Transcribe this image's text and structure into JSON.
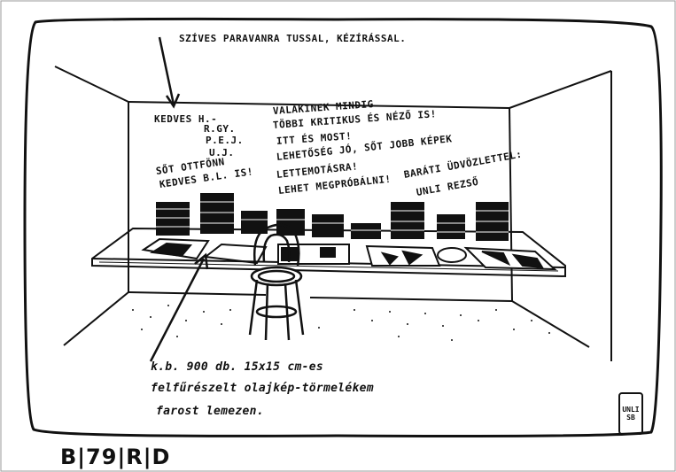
{
  "annotations": {
    "top_note": "SZÍVES PARAVANRA TUSSAL, KÉZÍRÁSSAL.",
    "names": [
      "KEDVES H.-",
      "R.GY.",
      "P.E.J.",
      "U.J."
    ],
    "also": [
      "SŐT OTTFÖNN",
      "KEDVES B.L. IS!"
    ],
    "center_block": [
      "VALAKINEK MINDIG",
      "TÖBBI KRITIKUS ÉS NÉZŐ IS!",
      "ITT ÉS MOST!",
      "LEHETŐSÉG JÓ, SŐT JOBB KÉPEK",
      "LETTEMOTÁSRA!",
      "LEHET MEGPRÓBÁLNI!"
    ],
    "greeting": [
      "BARÁTI ÜDVÖZLETTEL:",
      "UNLI REZSŐ"
    ],
    "bottom_note": [
      "k.b. 900 db. 15x15 cm-es",
      "felfűrészelt olajkép-törmelékem",
      "farost lemezen."
    ]
  },
  "stamp": [
    "UNLI",
    "SB"
  ],
  "code": "B|79|R|D"
}
